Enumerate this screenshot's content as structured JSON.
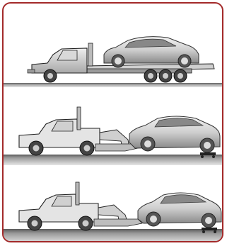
{
  "figure": {
    "frame_color": "#a32a2a",
    "ground_color": "#555555",
    "panels": [
      {
        "method": "flatbed-transport"
      },
      {
        "method": "wheel-lift-with-rear-dollies"
      },
      {
        "method": "wheel-lift-with-dollies"
      }
    ]
  }
}
